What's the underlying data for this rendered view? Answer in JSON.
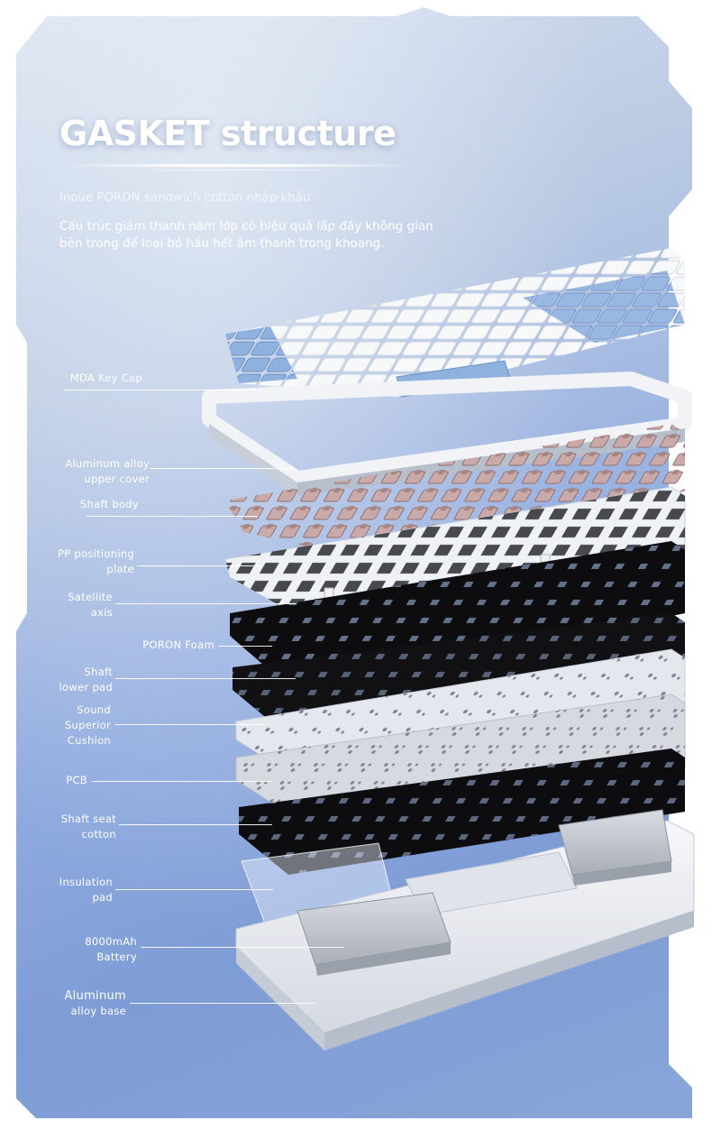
{
  "header": {
    "title": "GASKET structure",
    "subtitle": "Inoue PORON sandwich cotton nhập khẩu",
    "description_line1": "Cấu trúc giảm thanh năm lớp có hiệu quả lấp đầy không gian",
    "description_line2": "bên trong để loại bỏ hầu hết âm thanh trong khoang."
  },
  "labels": [
    {
      "id": "keycap",
      "lines": [
        "MDA Key Cap"
      ]
    },
    {
      "id": "upper-cover",
      "lines": [
        "Aluminum alloy",
        "upper cover"
      ]
    },
    {
      "id": "shaft-body",
      "lines": [
        "Shaft body"
      ]
    },
    {
      "id": "pp-plate",
      "lines": [
        "PP positioning",
        "plate"
      ]
    },
    {
      "id": "satellite-axis",
      "lines": [
        "Satellite",
        "axis"
      ]
    },
    {
      "id": "poron-foam",
      "lines": [
        "PORON Foam"
      ]
    },
    {
      "id": "shaft-lower-pad",
      "lines": [
        "Shaft",
        "lower pad"
      ]
    },
    {
      "id": "sound-cushion",
      "lines": [
        "Sound",
        "Superior",
        "Cushion"
      ]
    },
    {
      "id": "pcb",
      "lines": [
        "PCB"
      ]
    },
    {
      "id": "shaft-seat-cotton",
      "lines": [
        "Shaft seat",
        "cotton"
      ]
    },
    {
      "id": "insulation-pad",
      "lines": [
        "Insulation",
        "pad"
      ]
    },
    {
      "id": "battery",
      "lines": [
        "8000mAh",
        "Battery"
      ]
    },
    {
      "id": "alloy-base",
      "lines": [
        "Aluminum",
        "alloy base"
      ]
    }
  ],
  "colors": {
    "panel_top": "#d9e2f0",
    "panel_bottom": "#7e9cd6",
    "keycap_white": "#f4f5f8",
    "keycap_blue": "#7da4d8",
    "switch_pink": "#c9aaa8",
    "foam_black": "#0d0d10",
    "pcb_gray": "#d6d9df",
    "case_white": "#eef0f4"
  }
}
